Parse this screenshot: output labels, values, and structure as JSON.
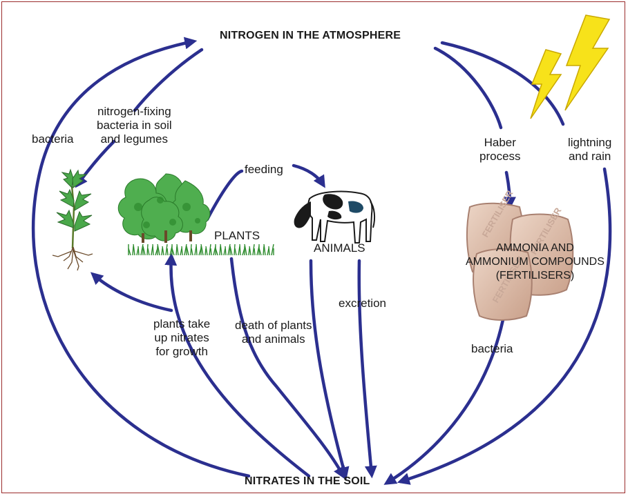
{
  "title_top": "NITROGEN IN THE ATMOSPHERE",
  "title_bottom": "NITRATES IN THE SOIL",
  "labels": {
    "bacteria_left": "bacteria",
    "nitrogen_fixing": [
      "nitrogen-fixing",
      "bacteria in soil",
      "and legumes"
    ],
    "feeding": "feeding",
    "plants": "PLANTS",
    "animals": "ANIMALS",
    "haber": [
      "Haber",
      "process"
    ],
    "lightning": [
      "lightning",
      "and rain"
    ],
    "fertilisers": [
      "AMMONIA AND",
      "AMMONIUM COMPOUNDS",
      "(FERTILISERS)"
    ],
    "excretion": "excretion",
    "plants_take": [
      "plants take",
      "up nitrates",
      "for growth"
    ],
    "death": [
      "death of plants",
      "and animals"
    ],
    "bacteria_right": "bacteria"
  },
  "sack_text": "FERTILISER",
  "colors": {
    "arrow": "#2b2f8f",
    "frame": "#9a2a2a",
    "sack": "#d9b8a4",
    "plant": "#3b9a3b",
    "lightning": "#f7e21a"
  }
}
